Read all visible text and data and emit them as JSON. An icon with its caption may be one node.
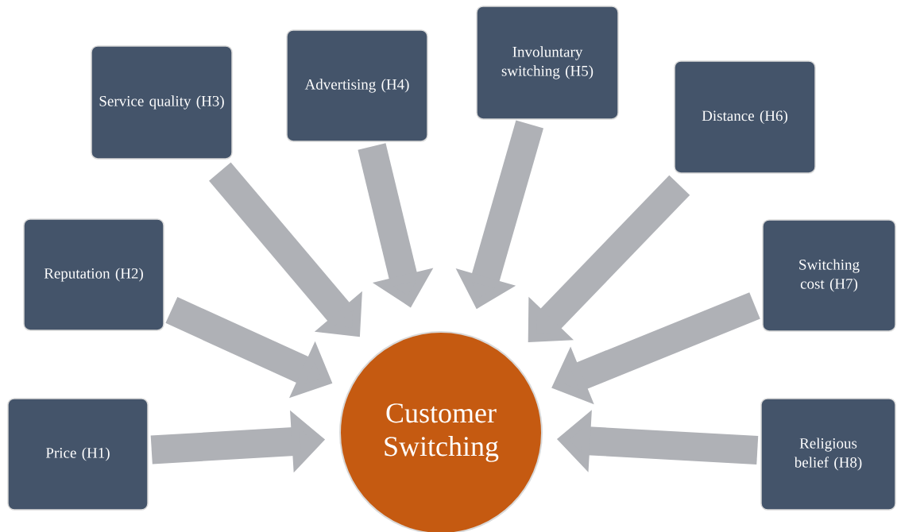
{
  "diagram": {
    "nodes": [
      {
        "text": [
          "Price (H1)"
        ]
      },
      {
        "text": [
          "Reputation (H2)"
        ]
      },
      {
        "text": [
          "Service quality (H3)"
        ]
      },
      {
        "text": [
          "Advertising (H4)"
        ]
      },
      {
        "text": [
          "Involuntary switching (H5)"
        ]
      },
      {
        "text": [
          "Distance (H6)"
        ]
      },
      {
        "text": [
          "Switching cost (H7)"
        ]
      },
      {
        "text": [
          "Religious belief (H8)"
        ]
      },
      {
        "text": [
          "Customer Switching"
        ]
      }
    ],
    "edges": [
      {
        "from": 0,
        "to": 8,
        "arrow": "to"
      },
      {
        "from": 1,
        "to": 8,
        "arrow": "to"
      },
      {
        "from": 2,
        "to": 8,
        "arrow": "to"
      },
      {
        "from": 3,
        "to": 8,
        "arrow": "to"
      },
      {
        "from": 4,
        "to": 8,
        "arrow": "to"
      },
      {
        "from": 5,
        "to": 8,
        "arrow": "to"
      },
      {
        "from": 6,
        "to": 8,
        "arrow": "to"
      },
      {
        "from": 7,
        "to": 8,
        "arrow": "to"
      }
    ]
  }
}
